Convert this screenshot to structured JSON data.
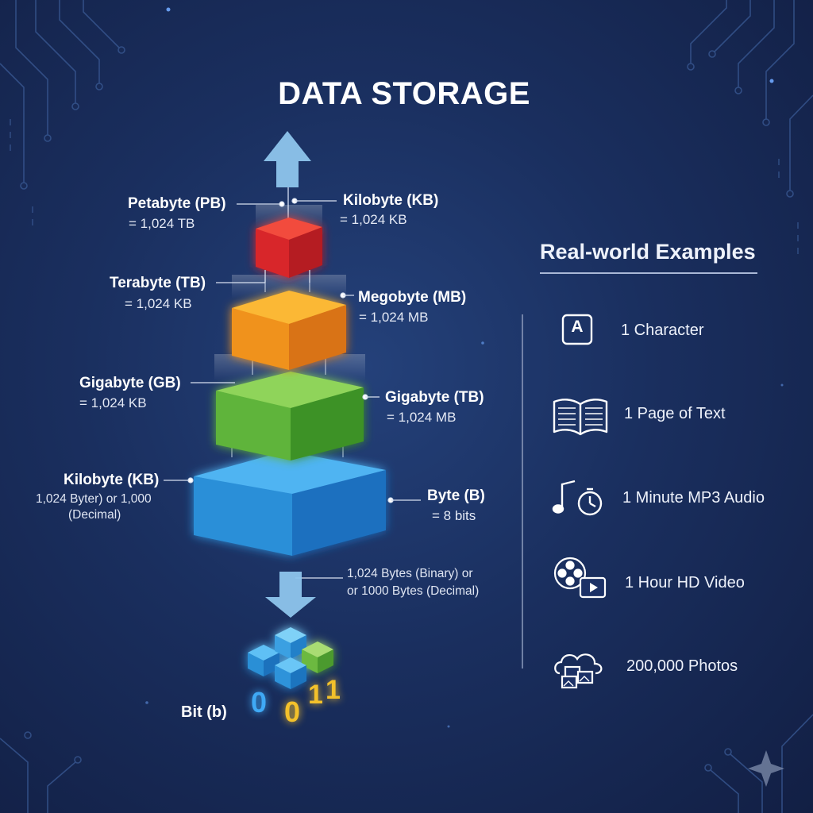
{
  "title": "DATA STORAGE",
  "colors": {
    "background": "#1a2f5f",
    "level_red": "#e3262b",
    "level_orange": "#f39a1f",
    "level_green": "#62b83c",
    "level_blue": "#2e95de",
    "bit_digits": "#f3c12b",
    "bit_digit_blue": "#3fa9f5"
  },
  "pyramid": {
    "left_labels": [
      {
        "name": "Petabyte (PB)",
        "value": "= 1,024 TB"
      },
      {
        "name": "Terabyte (TB)",
        "value": "= 1,024 KB"
      },
      {
        "name": "Gigabyte (GB)",
        "value": "= 1,024 KB"
      },
      {
        "name": "Kilobyte (KB)",
        "value_line1": "1,024 Byter) or 1,000",
        "value_line2": "(Decimal)"
      }
    ],
    "right_labels": [
      {
        "name": "Kilobyte (KB)",
        "value": "= 1,024 KB"
      },
      {
        "name": "Megobyte (MB)",
        "value": "= 1,024 MB"
      },
      {
        "name": "Gigabyte (TB)",
        "value": "= 1,024 MB"
      },
      {
        "name": "Byte (B)",
        "value": "= 8 bits"
      }
    ],
    "bytes_note": {
      "line1": "1,024 Bytes (Binary) or",
      "line2": "or 1000 Bytes (Decimal)"
    },
    "bit_label": "Bit (b)",
    "bit_digits": [
      "0",
      "0",
      "1",
      "1"
    ]
  },
  "examples": {
    "title": "Real-world Examples",
    "items": [
      {
        "icon": "letter-a-icon",
        "glyph": "A",
        "label": "1 Character"
      },
      {
        "icon": "open-book-icon",
        "label": "1 Page of Text"
      },
      {
        "icon": "music-timer-icon",
        "label": "1 Minute MP3 Audio"
      },
      {
        "icon": "film-reel-icon",
        "label": "1 Hour HD Video"
      },
      {
        "icon": "cloud-photos-icon",
        "label": "200,000 Photos"
      }
    ]
  }
}
